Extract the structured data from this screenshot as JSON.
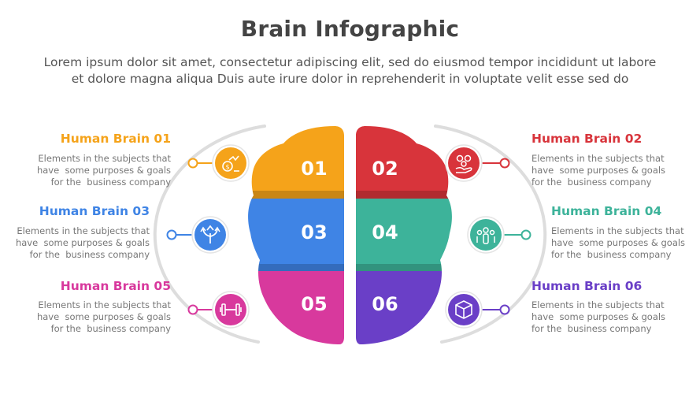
{
  "title": "Brain Infographic",
  "subtitle_line1": "Lorem ipsum dolor sit amet, consectetur adipiscing elit, sed do eiusmod tempor incididunt ut labore",
  "subtitle_line2": "et dolore magna aliqua Duis aute irure dolor in reprehenderit in voluptate velit esse sed do",
  "items": [
    {
      "title": "Human Brain 01",
      "number": "01",
      "desc": "Elements in the subjects that\nhave  some purposes & goals\nfor the  business company",
      "color": "#F5A31A",
      "icon": "money-chart-icon"
    },
    {
      "title": "Human Brain 02",
      "number": "02",
      "desc": "Elements in the subjects that\nhave  some purposes & goals\nfor the  business company",
      "color": "#D8343B",
      "icon": "hand-ideas-icon"
    },
    {
      "title": "Human Brain 03",
      "number": "03",
      "desc": "Elements in the subjects that\nhave  some purposes & goals\nfor the  business company",
      "color": "#3F84E5",
      "icon": "arrows-diverge-icon"
    },
    {
      "title": "Human Brain 04",
      "number": "04",
      "desc": "Elements in the subjects that\nhave  some purposes & goals\nfor the  business company",
      "color": "#3DB39A",
      "icon": "team-icon"
    },
    {
      "title": "Human Brain 05",
      "number": "05",
      "desc": "Elements in the subjects that\nhave  some purposes & goals\nfor the  business company",
      "color": "#D8399D",
      "icon": "dumbbell-icon"
    },
    {
      "title": "Human Brain 06",
      "number": "06",
      "desc": "Elements in the subjects that\nhave  some purposes & goals\nfor the  business company",
      "color": "#6A3FC7",
      "icon": "box-icon"
    }
  ]
}
